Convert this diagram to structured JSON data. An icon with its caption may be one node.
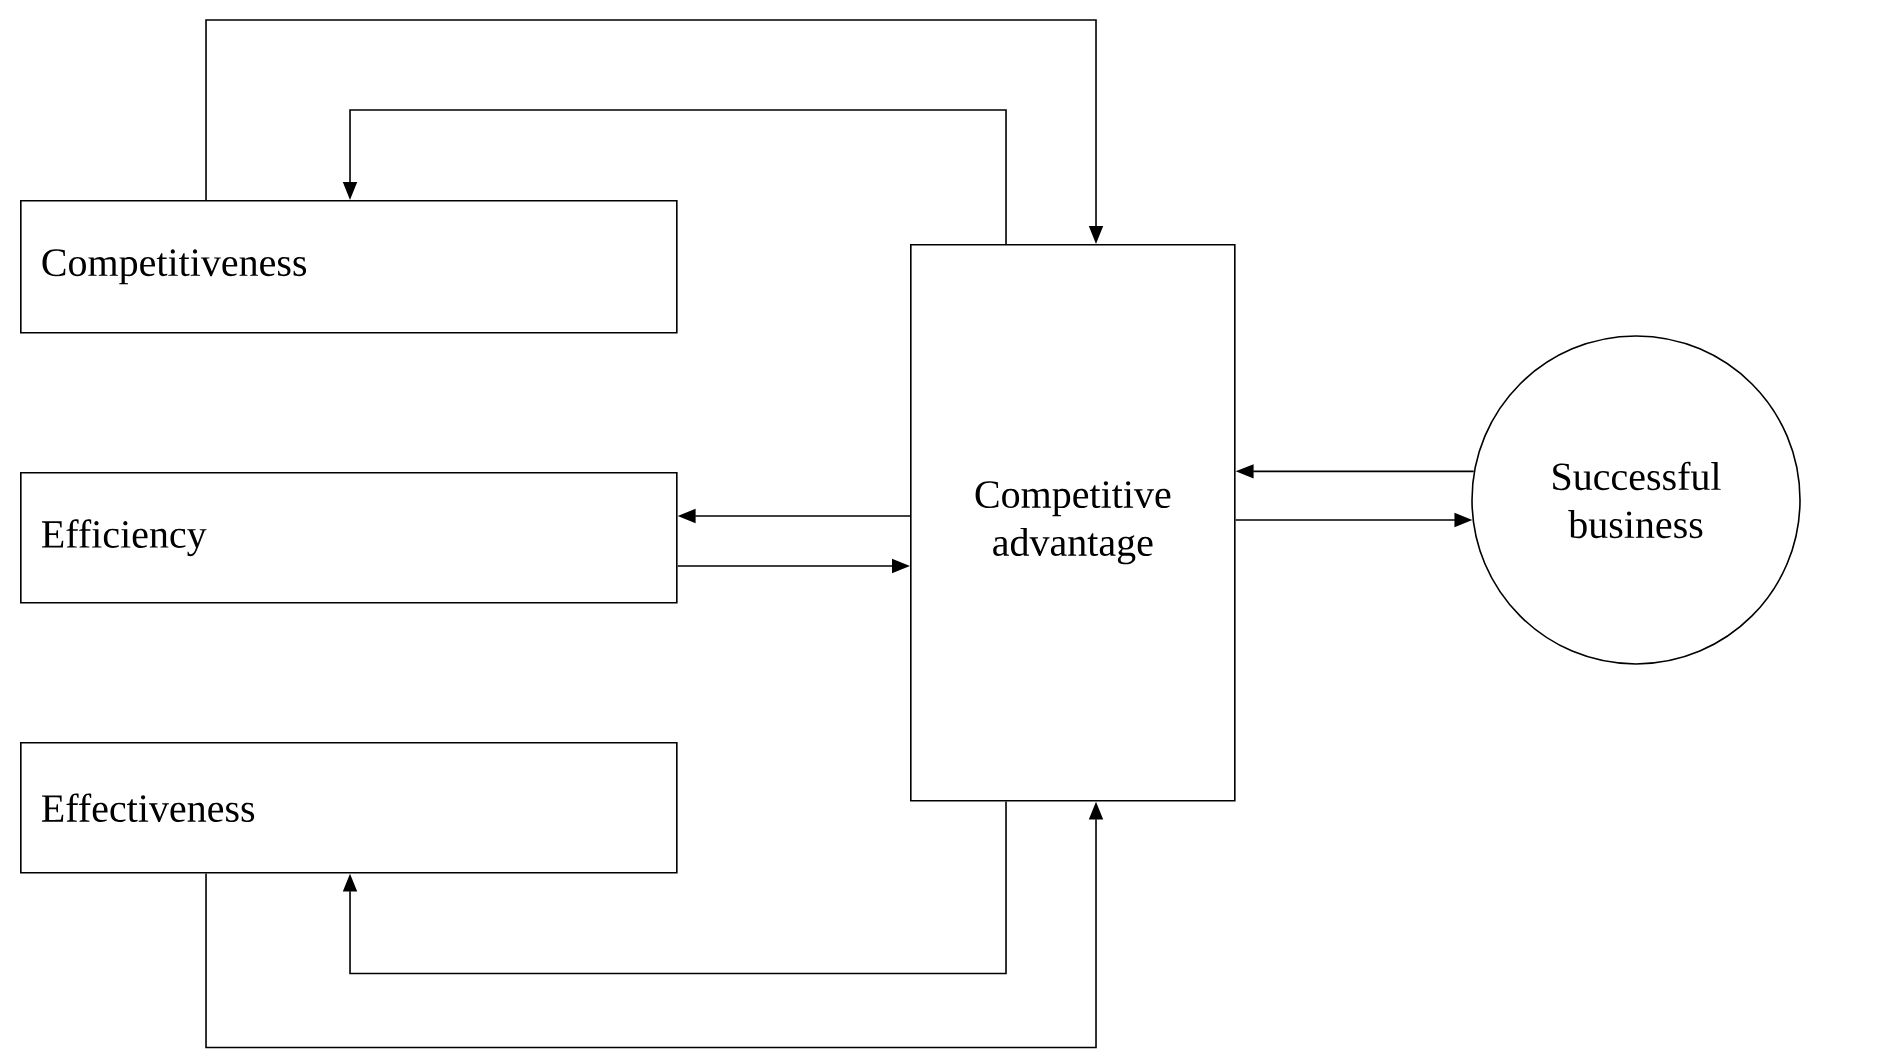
{
  "diagram": {
    "nodes": [
      {
        "text": [
          "Competitiveness"
        ]
      },
      {
        "text": [
          "Efficiency"
        ]
      },
      {
        "text": [
          "Effectiveness"
        ]
      },
      {
        "text": [
          "Competitive advantage"
        ]
      },
      {
        "text": [
          "Successful business"
        ]
      }
    ],
    "edges": [
      {
        "from": 0,
        "to": 3,
        "arrow": "to"
      },
      {
        "from": 3,
        "to": 0,
        "arrow": "to"
      },
      {
        "from": 3,
        "to": 1,
        "arrow": "to"
      },
      {
        "from": 1,
        "to": 3,
        "arrow": "to"
      },
      {
        "from": 4,
        "to": 3,
        "arrow": "to"
      },
      {
        "from": 3,
        "to": 4,
        "arrow": "to"
      },
      {
        "from": 3,
        "to": 2,
        "arrow": "to"
      },
      {
        "from": 2,
        "to": 3,
        "arrow": "to"
      }
    ]
  }
}
